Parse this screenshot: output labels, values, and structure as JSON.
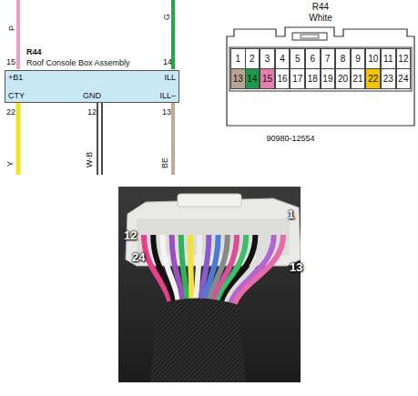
{
  "diagram": {
    "nodes": [
      {
        "text": [
          "R44",
          "Roof Console Box Assembly",
          "+B1",
          "ILL",
          "CTY",
          "GND",
          "ILL–"
        ]
      },
      {
        "text": [
          "R44",
          "White"
        ]
      },
      {
        "text": [
          "1"
        ],
        "in": 1
      },
      {
        "text": [
          "2"
        ],
        "in": 1
      },
      {
        "text": [
          "3"
        ],
        "in": 1
      },
      {
        "text": [
          "4"
        ],
        "in": 1
      },
      {
        "text": [
          "5"
        ],
        "in": 1
      },
      {
        "text": [
          "6"
        ],
        "in": 1
      },
      {
        "text": [
          "7"
        ],
        "in": 1
      },
      {
        "text": [
          "8"
        ],
        "in": 1
      },
      {
        "text": [
          "9"
        ],
        "in": 1
      },
      {
        "text": [
          "10"
        ],
        "in": 1
      },
      {
        "text": [
          "11"
        ],
        "in": 1
      },
      {
        "text": [
          "12"
        ],
        "in": 1
      },
      {
        "text": [
          "13"
        ],
        "in": 1
      },
      {
        "text": [
          "14"
        ],
        "in": 1
      },
      {
        "text": [
          "15"
        ],
        "in": 1
      },
      {
        "text": [
          "16"
        ],
        "in": 1
      },
      {
        "text": [
          "17"
        ],
        "in": 1
      },
      {
        "text": [
          "18"
        ],
        "in": 1
      },
      {
        "text": [
          "19"
        ],
        "in": 1
      },
      {
        "text": [
          "20"
        ],
        "in": 1
      },
      {
        "text": [
          "21"
        ],
        "in": 1
      },
      {
        "text": [
          "22"
        ],
        "in": 1
      },
      {
        "text": [
          "23"
        ],
        "in": 1
      },
      {
        "text": [
          "24"
        ],
        "in": 1
      }
    ],
    "labels": [
      "P",
      "G",
      "15",
      "14",
      "22",
      "12",
      "13",
      "Y",
      "W-B",
      "BE",
      "90980-12554",
      "1",
      "12",
      "13",
      "24"
    ]
  }
}
